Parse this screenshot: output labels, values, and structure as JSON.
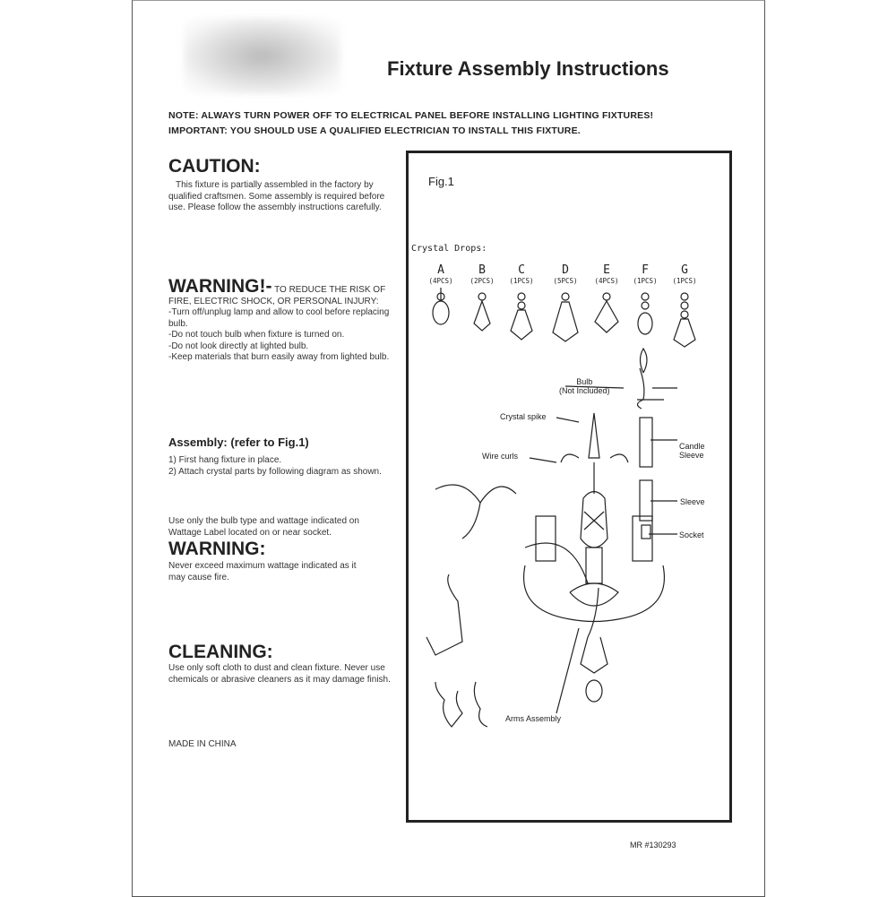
{
  "title": "Fixture Assembly Instructions",
  "note": "NOTE: ALWAYS TURN POWER OFF TO ELECTRICAL PANEL BEFORE INSTALLING LIGHTING FIXTURES!",
  "important": "IMPORTANT:   YOU SHOULD USE A QUALIFIED ELECTRICIAN TO INSTALL THIS FIXTURE.",
  "caution": {
    "heading": "CAUTION:",
    "text": "This fixture is partially assembled in the factory by qualified craftsmen. Some assembly is required before use. Please follow the assembly instructions carefully."
  },
  "warning1": {
    "heading": "WARNING!-",
    "lead": " TO REDUCE THE RISK OF FIRE, ELECTRIC SHOCK, OR PERSONAL INJURY:",
    "items": [
      "-Turn off/unplug lamp and allow to cool before replacing bulb.",
      "-Do not touch bulb when fixture is turned on.",
      "-Do not look directly at lighted bulb.",
      "-Keep materials that burn easily away from lighted bulb."
    ]
  },
  "assembly": {
    "heading": "Assembly: (refer to Fig.1)",
    "items": [
      "1) First hang fixture in place.",
      "2) Attach crystal parts by following diagram as shown."
    ]
  },
  "bulb_note": "Use only the bulb type and wattage indicated on Wattage Label located on or near socket.",
  "warning2": {
    "heading": "WARNING:",
    "text": "Never exceed maximum wattage indicated as it may cause fire."
  },
  "cleaning": {
    "heading": "CLEANING:",
    "text": "Use only soft cloth to dust and clean fixture.  Never use chemicals or abrasive cleaners as it may damage finish."
  },
  "made_in": "MADE IN CHINA",
  "figure": {
    "label": "Fig.1",
    "drops_label": "Crystal  Drops:",
    "drops": [
      {
        "letter": "A",
        "qty": "(4PCS)"
      },
      {
        "letter": "B",
        "qty": "(2PCS)"
      },
      {
        "letter": "C",
        "qty": "(1PCS)"
      },
      {
        "letter": "D",
        "qty": "(5PCS)"
      },
      {
        "letter": "E",
        "qty": "(4PCS)"
      },
      {
        "letter": "F",
        "qty": "(1PCS)"
      },
      {
        "letter": "G",
        "qty": "(1PCS)"
      }
    ],
    "callouts": {
      "bulb": "Bulb",
      "bulb_sub": "(Not Included)",
      "crystal_spike": "Crystal spike",
      "wire_curls": "Wire curls",
      "candle_sleeve": "Candle Sleeve",
      "sleeve": "Sleeve",
      "socket": "Socket",
      "arms_assembly": "Arms Assembly"
    }
  },
  "model": "MR   #130293"
}
